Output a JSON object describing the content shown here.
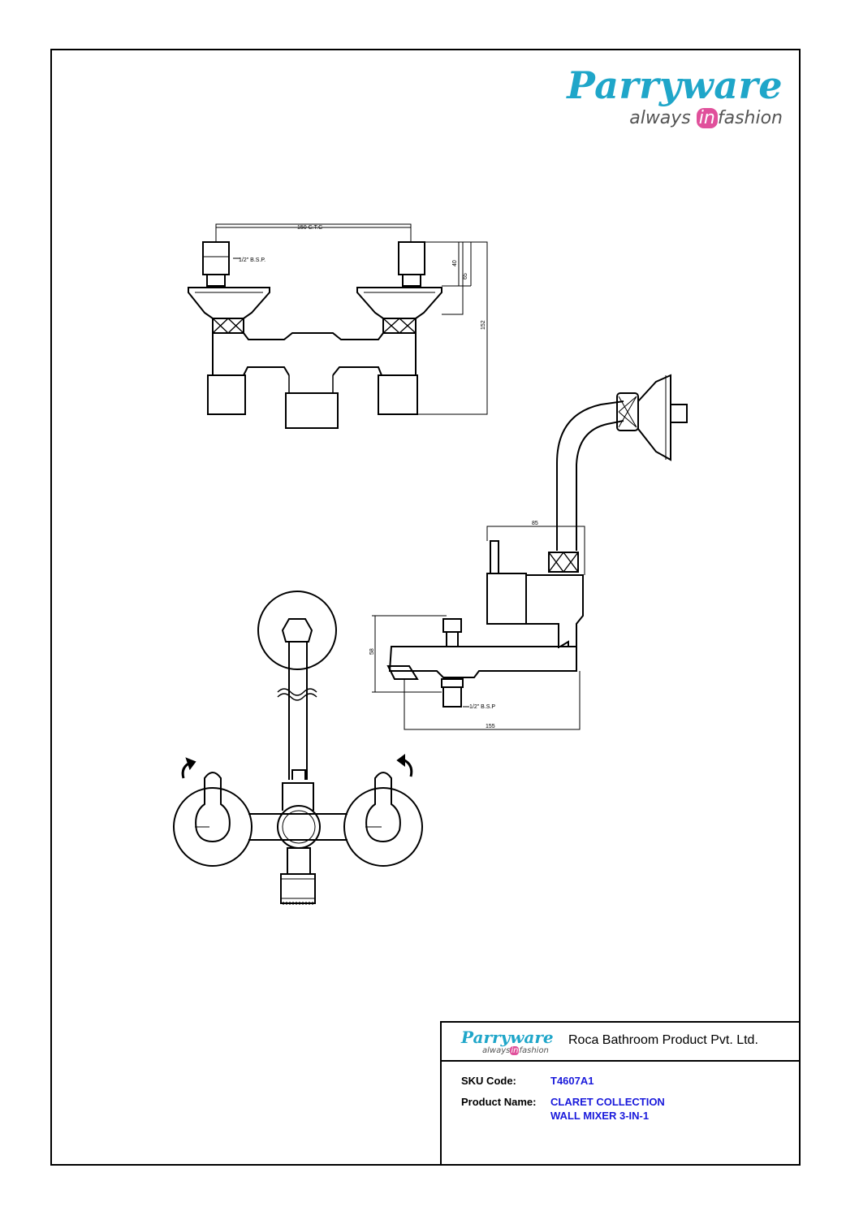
{
  "brand": {
    "name": "Parryware",
    "tagline_before": "always",
    "tagline_highlight": "in",
    "tagline_after": "fashion",
    "color_primary": "#1fa6c9",
    "color_highlight": "#e0509b"
  },
  "dimensions": {
    "ctc": "150 C.T.C",
    "bsp_top": "1/2\" B.S.P.",
    "height_40": "40",
    "height_65": "65",
    "height_152": "152",
    "width_85": "85",
    "height_58": "58",
    "bsp_side": "1/2\" B.S.P",
    "width_155": "155"
  },
  "title_block": {
    "company": "Roca Bathroom Product Pvt. Ltd.",
    "sku_label": "SKU Code:",
    "sku_value": "T4607A1",
    "product_label": "Product Name:",
    "product_line1": "CLARET COLLECTION",
    "product_line2": "WALL MIXER 3-IN-1",
    "value_color": "#1a1adb"
  }
}
